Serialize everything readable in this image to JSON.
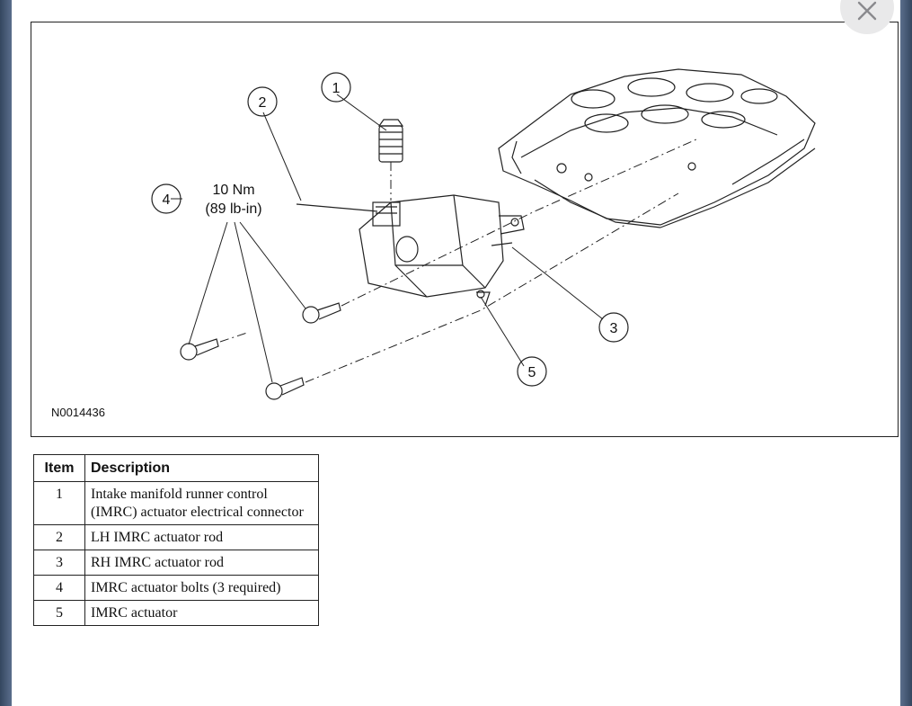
{
  "figure": {
    "id": "N0014436",
    "torque_line1": "10 Nm",
    "torque_line2": "(89 lb-in)",
    "callouts": [
      "1",
      "2",
      "3",
      "4",
      "5"
    ]
  },
  "table": {
    "headers": {
      "item": "Item",
      "description": "Description"
    },
    "rows": [
      {
        "item": "1",
        "description": "Intake manifold runner control (IMRC) actuator electrical connector"
      },
      {
        "item": "2",
        "description": "LH IMRC actuator rod"
      },
      {
        "item": "3",
        "description": "RH IMRC actuator rod"
      },
      {
        "item": "4",
        "description": "IMRC actuator bolts (3 required)"
      },
      {
        "item": "5",
        "description": "IMRC actuator"
      }
    ]
  },
  "icons": {
    "close": "close-icon"
  }
}
